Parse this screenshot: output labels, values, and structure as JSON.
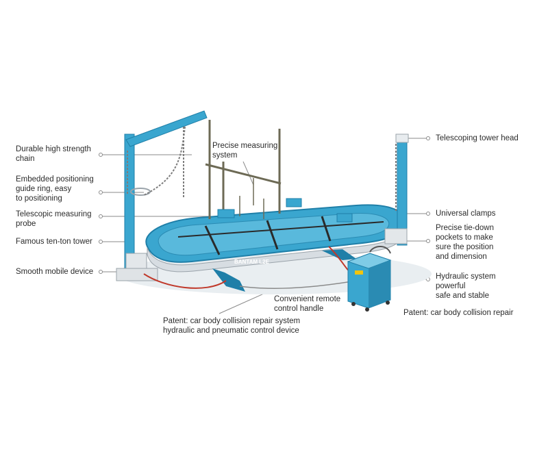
{
  "brand": "BANTAM",
  "model": "L2E",
  "callouts": {
    "chain": [
      "Durable high strength",
      "chain"
    ],
    "positioning_ring": [
      "Embedded positioning",
      "guide ring, easy",
      "to positioning"
    ],
    "probe": [
      "Telescopic measuring",
      "probe"
    ],
    "tower": [
      "Famous ten-ton tower"
    ],
    "mobile": [
      "Smooth mobile device"
    ],
    "measuring_system": [
      "Precise measuring",
      "system"
    ],
    "tower_head": [
      "Telescoping tower head"
    ],
    "clamps": [
      "Universal clamps"
    ],
    "tie_down": [
      "Precise tie-down",
      "pockets to make",
      "sure the position",
      "and dimension"
    ],
    "hydraulic": [
      "Hydraulic system",
      "powerful",
      "safe and stable"
    ],
    "remote": [
      "Convenient remote",
      "control handle"
    ],
    "patent_device": [
      "Patent: car body collision repair system",
      "hydraulic and pneumatic control device"
    ],
    "patent_repair": [
      "Patent: car body collision repair"
    ]
  },
  "colors": {
    "frame_blue": "#3aa6cf",
    "frame_blue_dark": "#1f7fa8",
    "steel": "#b9bcc0",
    "rod": "#6d6a55",
    "leader": "#8a8a8a",
    "hose_red": "#c0392b"
  }
}
